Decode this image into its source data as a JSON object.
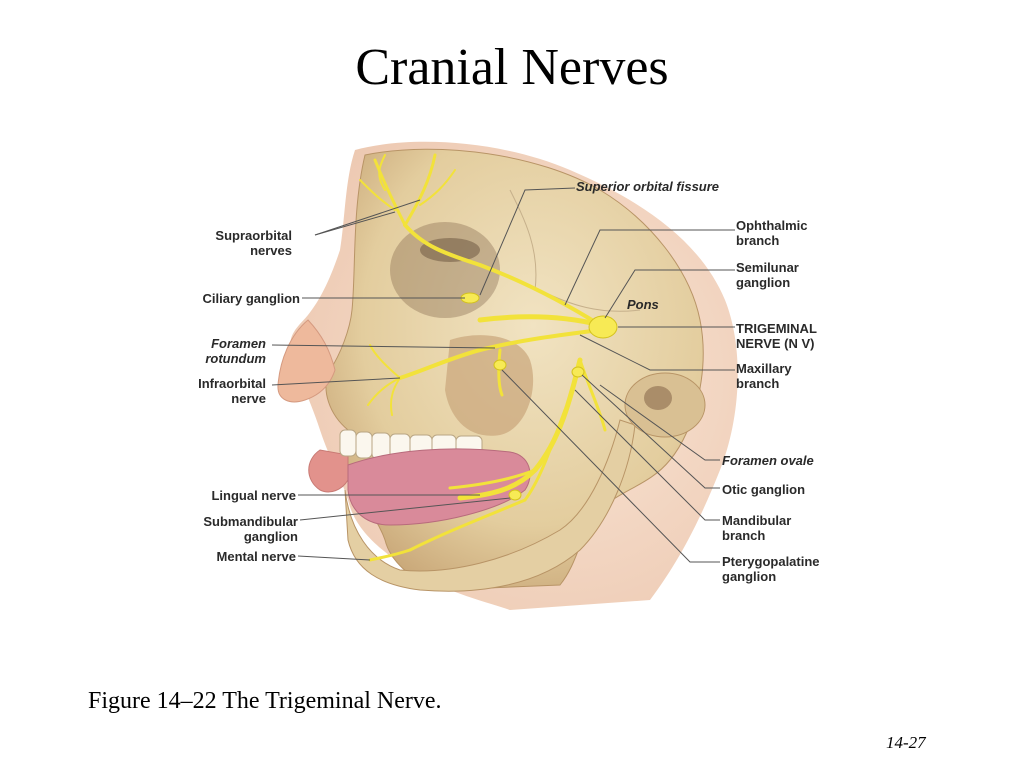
{
  "slide": {
    "title": "Cranial Nerves",
    "caption": "Figure 14–22 The Trigeminal Nerve.",
    "page_number": "14-27"
  },
  "labels": {
    "superior_orbital_fissure": "Superior orbital fissure",
    "supraorbital_nerves": "Supraorbital\nnerves",
    "ophthalmic_branch": "Ophthalmic\nbranch",
    "semilunar_ganglion": "Semilunar\nganglion",
    "ciliary_ganglion": "Ciliary ganglion",
    "pons": "Pons",
    "trigeminal_nerve": "TRIGEMINAL\nNERVE (N V)",
    "foramen_rotundum": "Foramen\nrotundum",
    "maxillary_branch": "Maxillary\nbranch",
    "infraorbital_nerve": "Infraorbital\nnerve",
    "foramen_ovale": "Foramen ovale",
    "otic_ganglion": "Otic ganglion",
    "lingual_nerve": "Lingual nerve",
    "mandibular_branch": "Mandibular\nbranch",
    "submandibular_ganglion": "Submandibular\nganglion",
    "mental_nerve": "Mental nerve",
    "pterygopalatine_ganglion": "Pterygopalatine\nganglion"
  },
  "colors": {
    "nerve": "#f2e23a",
    "bone": "#e8d7b0",
    "skin": "#f0c9a8",
    "tongue": "#d98a9a",
    "leader": "#555555"
  }
}
